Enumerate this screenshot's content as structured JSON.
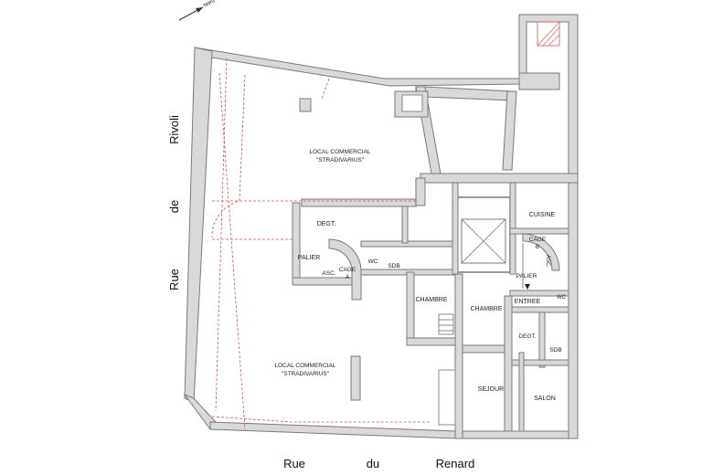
{
  "north_label": "Nord",
  "streets": {
    "rivoli": [
      "Rivoli",
      "de",
      "Rue"
    ],
    "renard": [
      "Rue",
      "du",
      "Renard"
    ]
  },
  "rooms": {
    "local_top_1": "LOCAL COMMERCIAL",
    "local_top_2": "\"STRADIVARIUS\"",
    "local_bottom_1": "LOCAL COMMERCIAL",
    "local_bottom_2": "\"STRADIVARIUS\"",
    "degt_left": "DEGT.",
    "palier_left": "PALIER",
    "asc_left": "ASC.",
    "cage_a_1": "CAGE",
    "cage_a_2": "A",
    "wc_left": "WC",
    "sdb_left": "SDB",
    "chambre_left": "CHAMBRE",
    "chambre_right": "CHAMBRE",
    "cuisine": "CUISINE",
    "cage_b_1": "CAGE",
    "cage_b_2": "B",
    "asc_right": "ASC.",
    "palier_right": "PALIER",
    "entree": "ENTREE",
    "wc_right": "WC",
    "degt_right": "DEGT.",
    "sdb_right": "SDB",
    "sejour": "SEJOUR",
    "salon": "SALON"
  }
}
